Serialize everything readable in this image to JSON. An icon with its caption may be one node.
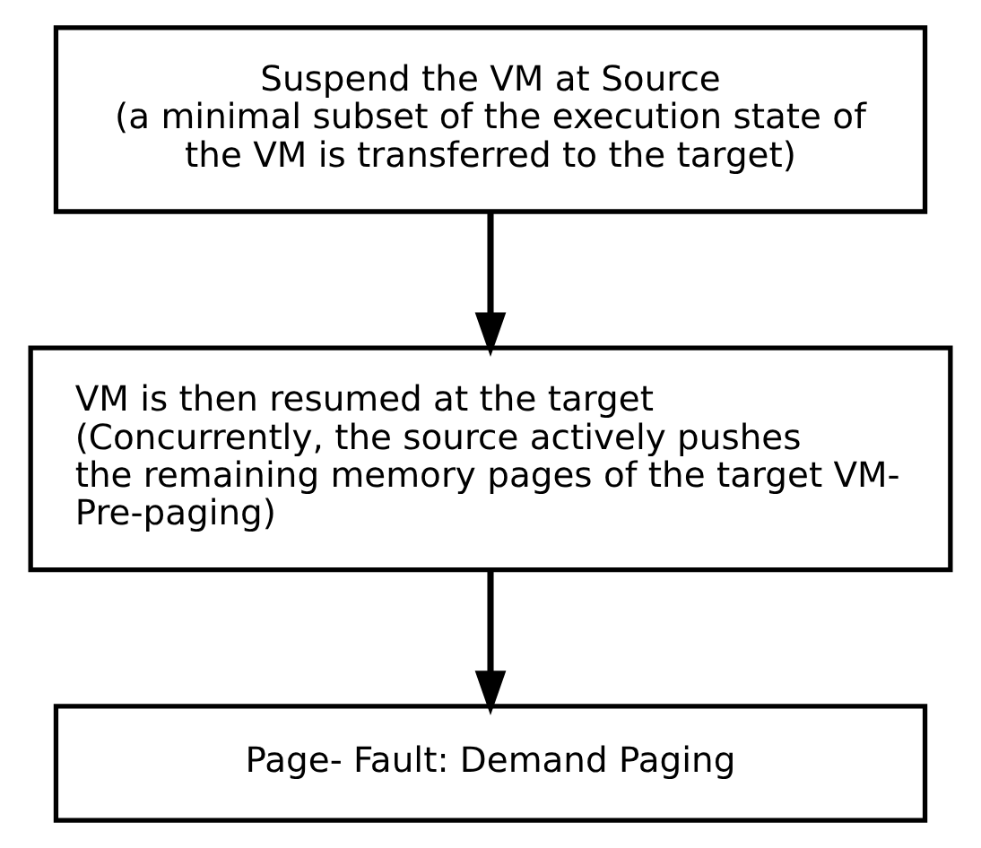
{
  "diagram": {
    "nodes": [
      {
        "text": [
          "Suspend the VM at Source",
          "(a minimal subset of the execution state of the VM is transferred to the target)"
        ]
      },
      {
        "text": [
          "VM is then resumed at the target",
          "(Concurrently, the source actively pushes the remaining memory pages of the target VM- Pre-paging)"
        ]
      },
      {
        "text": [
          "Page- Fault: Demand Paging"
        ]
      }
    ],
    "edges": [
      {
        "from": 0,
        "to": 1,
        "arrow": "to"
      },
      {
        "from": 1,
        "to": 2,
        "arrow": "to"
      }
    ]
  }
}
